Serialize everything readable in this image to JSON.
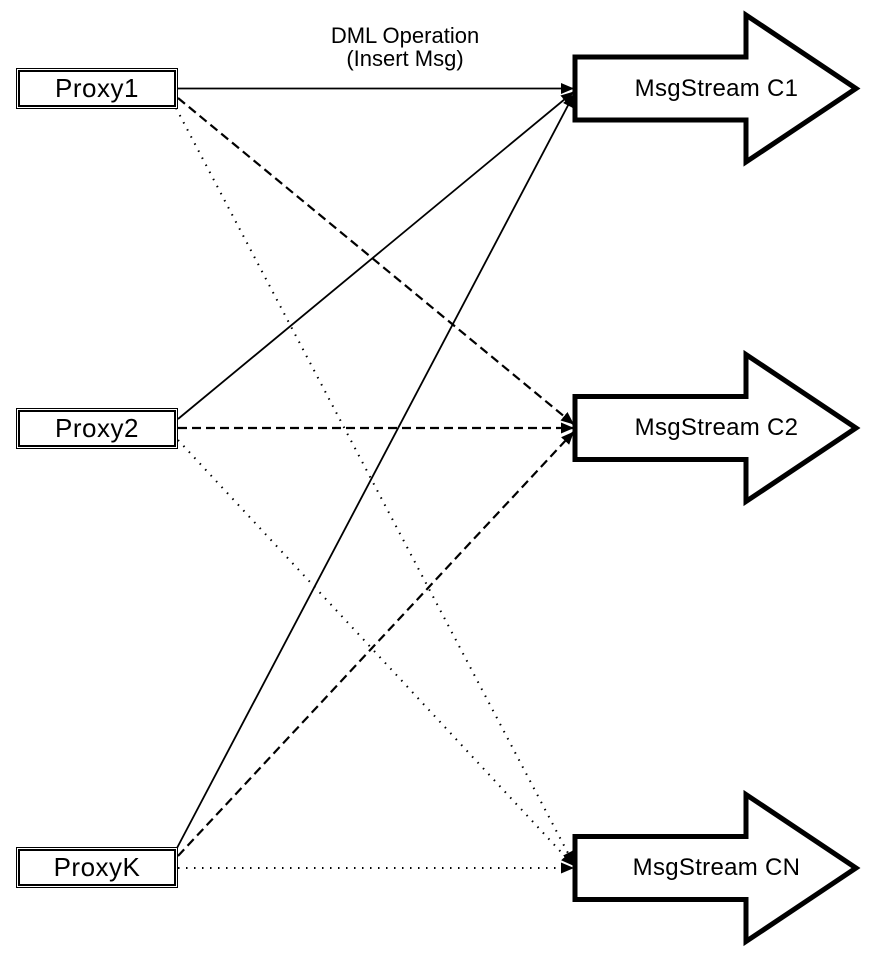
{
  "title": {
    "line1": "DML Operation",
    "line2": "(Insert Msg)"
  },
  "nodes": {
    "proxies": [
      {
        "id": "proxy1",
        "label": "Proxy1"
      },
      {
        "id": "proxy2",
        "label": "Proxy2"
      },
      {
        "id": "proxyk",
        "label": "ProxyK"
      }
    ],
    "streams": [
      {
        "id": "msgstream-c1",
        "label": "MsgStream C1",
        "shape": "block-arrow-right"
      },
      {
        "id": "msgstream-c2",
        "label": "MsgStream C2",
        "shape": "block-arrow-right"
      },
      {
        "id": "msgstream-cn",
        "label": "MsgStream CN",
        "shape": "block-arrow-right"
      }
    ]
  },
  "edges": [
    {
      "from": "proxy1",
      "to": "msgstream-c1",
      "style": "solid"
    },
    {
      "from": "proxy1",
      "to": "msgstream-c2",
      "style": "dashed"
    },
    {
      "from": "proxy1",
      "to": "msgstream-cn",
      "style": "dotted"
    },
    {
      "from": "proxy2",
      "to": "msgstream-c1",
      "style": "solid"
    },
    {
      "from": "proxy2",
      "to": "msgstream-c2",
      "style": "dashed"
    },
    {
      "from": "proxy2",
      "to": "msgstream-cn",
      "style": "dotted"
    },
    {
      "from": "proxyk",
      "to": "msgstream-c1",
      "style": "solid"
    },
    {
      "from": "proxyk",
      "to": "msgstream-c2",
      "style": "dashed"
    },
    {
      "from": "proxyk",
      "to": "msgstream-cn",
      "style": "dotted"
    }
  ],
  "colors": {
    "stroke": "#000000",
    "fill": "#ffffff",
    "background": "#ffffff",
    "text": "#000000"
  }
}
